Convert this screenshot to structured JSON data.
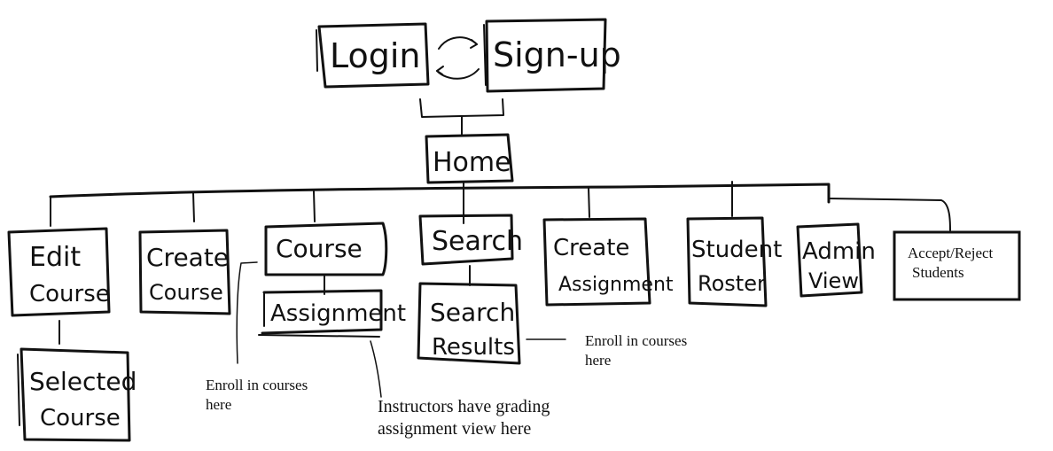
{
  "nodes": {
    "login": "Login",
    "signup": "Sign-up",
    "home": "Home",
    "edit_course_1": "Edit",
    "edit_course_2": "Course",
    "selected_course_1": "Selected",
    "selected_course_2": "Course",
    "create_course_1": "Create",
    "create_course_2": "Course",
    "course": "Course",
    "assignment": "Assignment",
    "search": "Search",
    "search_results_1": "Search",
    "search_results_2": "Results",
    "create_assignment_1": "Create",
    "create_assignment_2": "Assignment",
    "student_roster_1": "Student",
    "student_roster_2": "Roster",
    "admin_view_1": "Admin",
    "admin_view_2": "View",
    "accept_reject_1": "Accept/Reject",
    "accept_reject_2": "Students"
  },
  "notes": {
    "enroll_left_1": "Enroll in courses",
    "enroll_left_2": "here",
    "enroll_right_1": "Enroll in courses",
    "enroll_right_2": "here",
    "instructors_1": "Instructors have grading",
    "instructors_2": "assignment view here"
  },
  "colors": {
    "ink": "#111111",
    "background": "#ffffff"
  }
}
